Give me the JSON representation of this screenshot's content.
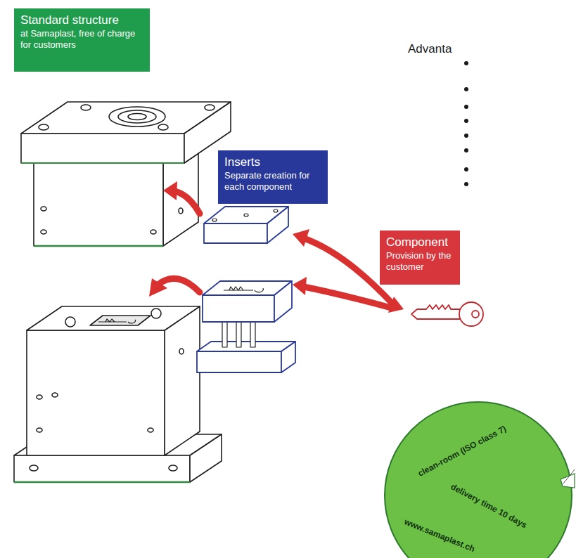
{
  "diagram": {
    "nodes": [
      {
        "text": [
          "Standard structure",
          "at Samaplast, free of charge for customers"
        ]
      },
      {
        "text": [
          "Inserts",
          "Separate creation for each component"
        ]
      },
      {
        "text": [
          "Component",
          "Provision by the customer"
        ]
      },
      {
        "text": [
          "clean-room (ISO class 7)",
          "delivery time 10 days",
          "www.samaplast.ch"
        ]
      }
    ],
    "labels": [
      "Advanta"
    ]
  }
}
